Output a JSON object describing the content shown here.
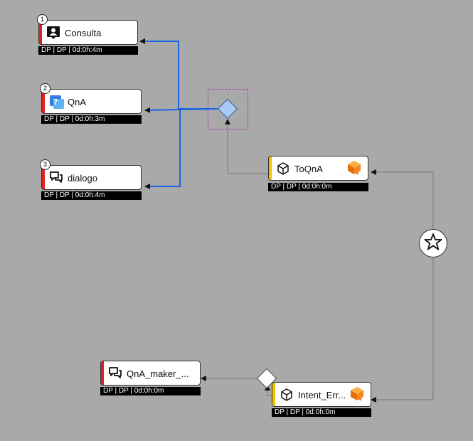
{
  "nodes": {
    "consulta": {
      "label": "Consulta",
      "footer": "DP | DP | 0d:0h:4m",
      "badge": "1",
      "icon": "user-pin-icon"
    },
    "qna": {
      "label": "QnA",
      "footer": "DP | DP | 0d:0h:3m",
      "badge": "2",
      "icon": "qna-question-icon"
    },
    "dialogo": {
      "label": "dialogo",
      "footer": "DP | DP | 0d:0h:4m",
      "badge": "3",
      "icon": "chat-bubbles-icon"
    },
    "toqna": {
      "label": "ToQnA",
      "footer": "DP | DP | 0d:0h:0m",
      "icon": "cube-icon"
    },
    "intent_err": {
      "label": "Intent_Err...",
      "footer": "DP | DP | 0d:0h:0m",
      "icon": "cube-icon"
    },
    "qna_maker": {
      "label": "QnA_maker_...",
      "footer": "DP | DP | 0d:0h:0m",
      "icon": "chat-bubbles-icon"
    }
  },
  "colors": {
    "background": "#a9a9a9",
    "branch_wire": "#1a66e0",
    "plain_wire": "#777777",
    "decision_selected": "#a9c8f5",
    "decision_default": "#ffffff",
    "start_bar": "#e02020",
    "task_bar": "#f2c200",
    "aws_orange": "#f58a1f"
  },
  "start_icon": "star-icon"
}
